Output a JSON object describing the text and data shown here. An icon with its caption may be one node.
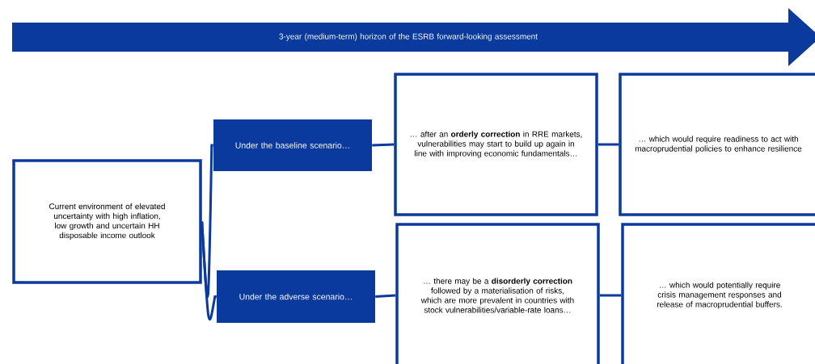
{
  "diagram": {
    "nodes": [
      {
        "text": [
          "3-year (medium-term) horizon of the ESRB forward-looking assessment"
        ]
      },
      {
        "text": [
          "Current environment of elevated uncertainty with high inflation, low growth and uncertain HH disposable income outlook"
        ]
      },
      {
        "text": [
          "Under the baseline scenario…"
        ]
      },
      {
        "text": [
          "… after an **orderly correction** in RRE markets, vulnerabilities may start to build up again in line with improving economic fundamentals…"
        ]
      },
      {
        "text": [
          "… which would require readiness to act with macroprudential policies to enhance resilience"
        ]
      },
      {
        "text": [
          "Under the adverse scenario…"
        ]
      },
      {
        "text": [
          "… there may be a **disorderly correction** followed by a materialisation of risks, which are more prevalent in countries with stock vulnerabilities/variable-rate loans…"
        ]
      },
      {
        "text": [
          "… which would potentially require crisis management responses and release of macroprudential buffers."
        ]
      }
    ],
    "edges": [
      {
        "from": 1,
        "to": 2,
        "arrow": "none"
      },
      {
        "from": 1,
        "to": 5,
        "arrow": "none"
      },
      {
        "from": 2,
        "to": 3,
        "arrow": "none"
      },
      {
        "from": 3,
        "to": 4,
        "arrow": "none"
      },
      {
        "from": 5,
        "to": 6,
        "arrow": "none"
      },
      {
        "from": 6,
        "to": 7,
        "arrow": "none"
      }
    ]
  }
}
